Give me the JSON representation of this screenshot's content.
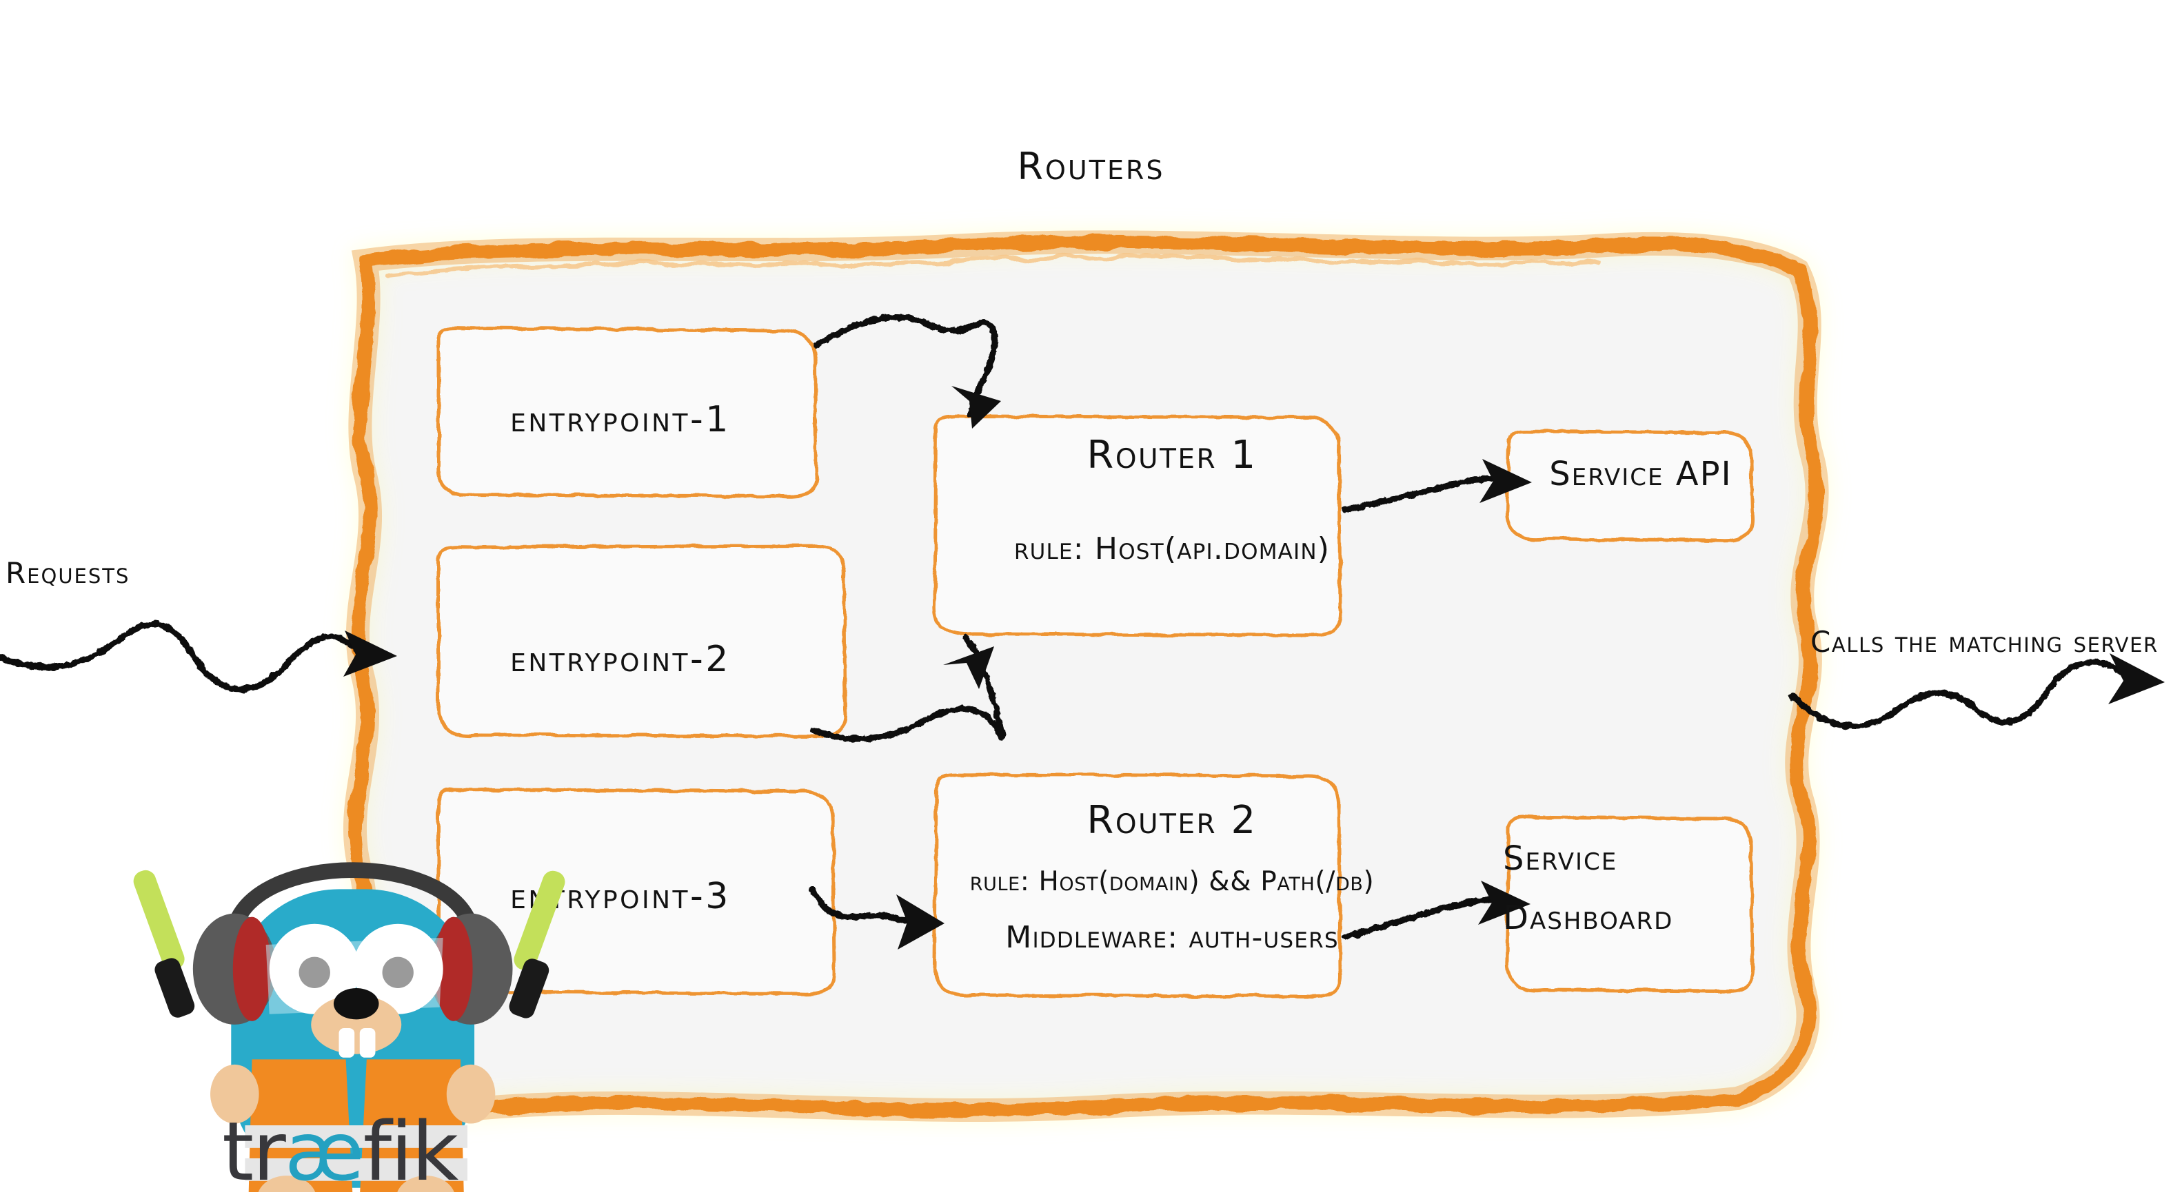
{
  "diagram": {
    "title": "Routers",
    "brand_color": "#ED8B23",
    "container_fill": "#F5F5F5",
    "ink_color": "#111111"
  },
  "labels": {
    "requests": "Requests",
    "calls_the_matching_server": "Calls the matching server"
  },
  "entrypoints": [
    {
      "label": "entrypoint-1"
    },
    {
      "label": "entrypoint-2"
    },
    {
      "label": "entrypoint-3"
    }
  ],
  "routers": [
    {
      "title": "Router 1",
      "rule": "rule: Host(api.domain)",
      "middleware": ""
    },
    {
      "title": "Router 2",
      "rule": "rule: Host(domain) && Path(/db)",
      "middleware": "Middleware: auth-users"
    }
  ],
  "services": [
    {
      "line1": "Service API",
      "line2": ""
    },
    {
      "line1": "Service",
      "line2": "Dashboard"
    }
  ],
  "logo": {
    "wordmark_prefix": "tr",
    "wordmark_ae": "æ",
    "wordmark_suffix": "fik",
    "mascot": "traefik-gopher-mascot",
    "body_color": "#29ABCA",
    "vest_color": "#F18A21",
    "wand_color": "#C3E05A",
    "wordmark_color": "#38383C",
    "wordmark_accent": "#24A1C1"
  },
  "arrows": [
    {
      "name": "requests-into-container",
      "style": "wavy"
    },
    {
      "name": "entrypoint1-to-router1",
      "style": "curved"
    },
    {
      "name": "entrypoint2-to-router1",
      "style": "curved-up"
    },
    {
      "name": "entrypoint3-to-router2",
      "style": "squiggle"
    },
    {
      "name": "router1-to-service-api",
      "style": "rising"
    },
    {
      "name": "router2-to-service-dashboard",
      "style": "rising"
    },
    {
      "name": "container-to-matching-server",
      "style": "wavy"
    }
  ]
}
